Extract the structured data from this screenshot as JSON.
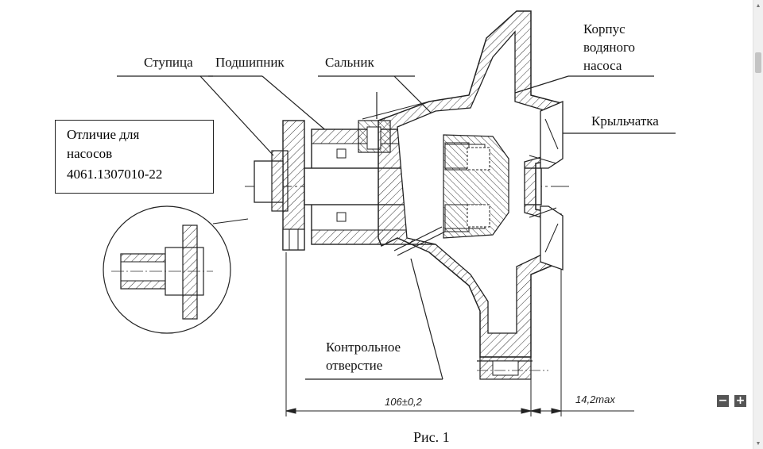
{
  "labels": {
    "hub": "Ступица",
    "bearing": "Подшипник",
    "seal": "Сальник",
    "housing_line1": "Корпус",
    "housing_line2": "водяного",
    "housing_line3": "насоса",
    "impeller": "Крыльчатка",
    "control_line1": "Контрольное",
    "control_line2": "отверстие"
  },
  "note": {
    "line1": "Отличие для",
    "line2": "насосов",
    "line3": "4061.1307010-22"
  },
  "dimensions": {
    "main": "106±0,2",
    "max": "14,2max"
  },
  "caption": "Рис. 1",
  "zoom": {
    "minus": "−",
    "plus": "+"
  },
  "scrollbar": {
    "up": "▲",
    "down": "▼"
  }
}
